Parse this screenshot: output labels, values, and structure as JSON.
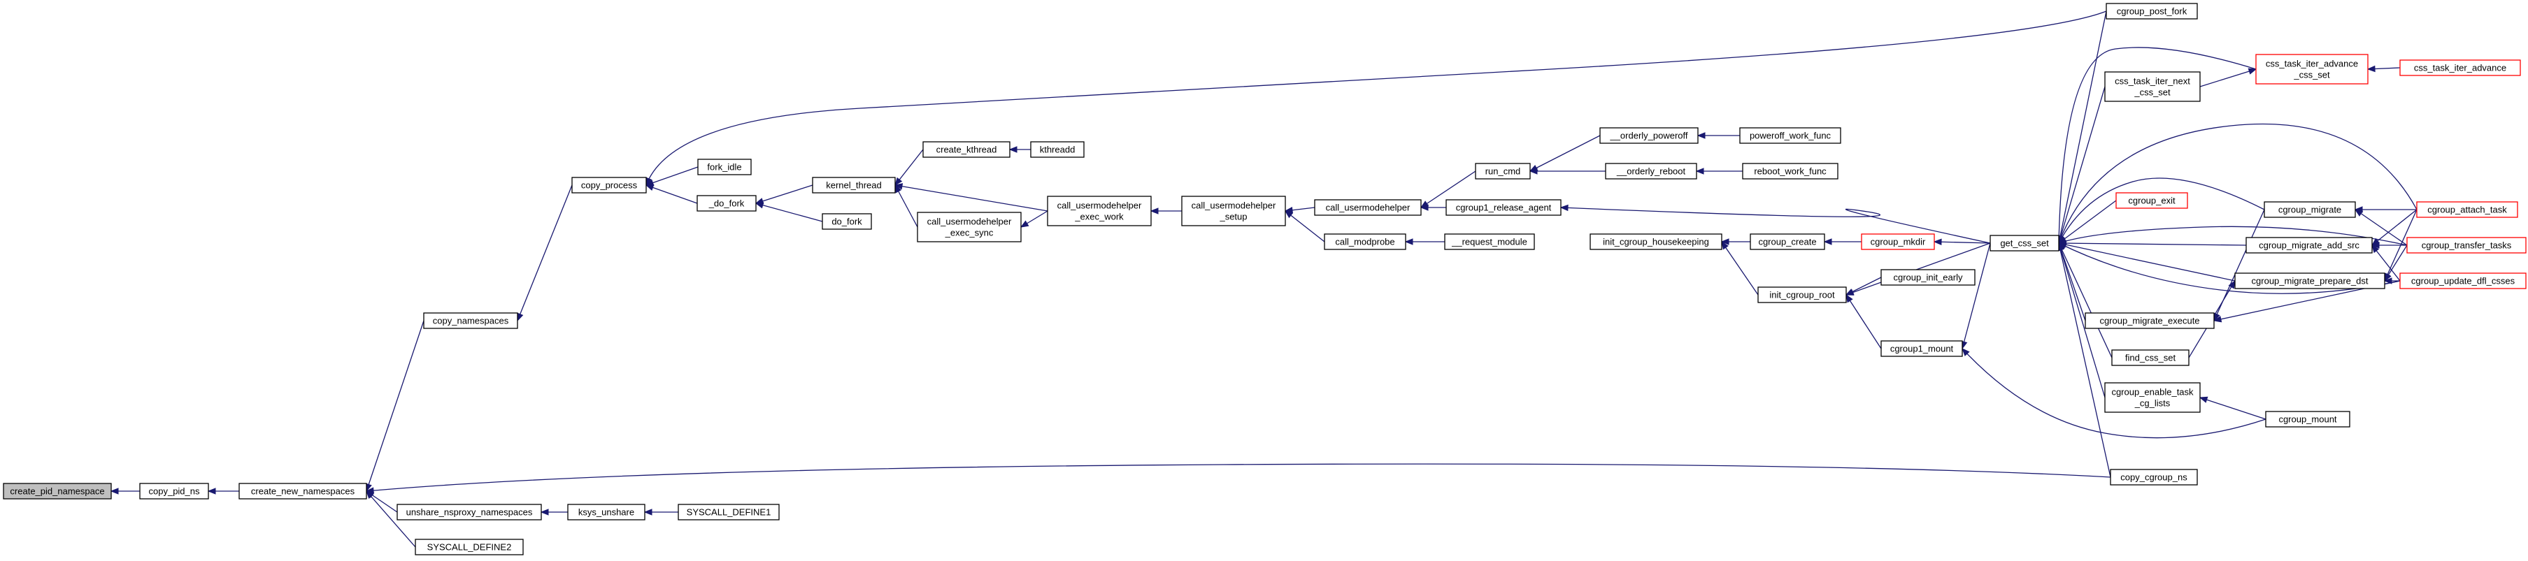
{
  "colors": {
    "edge": "#191970",
    "node_border": "#000000",
    "node_border_truncated": "#ff0000",
    "node_fill": "#ffffff",
    "root_fill": "#bfbfbf",
    "text": "#000000"
  },
  "nodes": {
    "create_pid_namespace": {
      "label": "create_pid_namespace",
      "root": true
    },
    "copy_pid_ns": {
      "label": "copy_pid_ns"
    },
    "create_new_namespaces": {
      "label": "create_new_namespaces"
    },
    "copy_namespaces": {
      "label": "copy_namespaces"
    },
    "copy_process": {
      "label": "copy_process"
    },
    "fork_idle": {
      "label": "fork_idle"
    },
    "_do_fork": {
      "label": "_do_fork"
    },
    "do_fork": {
      "label": "do_fork"
    },
    "kernel_thread": {
      "label": "kernel_thread"
    },
    "create_kthread": {
      "label": "create_kthread"
    },
    "kthreadd": {
      "label": "kthreadd"
    },
    "call_usermodehelper_exec_sync": {
      "label": "call_usermodehelper\n_exec_sync"
    },
    "call_usermodehelper_exec_work": {
      "label": "call_usermodehelper\n_exec_work"
    },
    "call_usermodehelper_setup": {
      "label": "call_usermodehelper\n_setup"
    },
    "call_usermodehelper": {
      "label": "call_usermodehelper"
    },
    "call_modprobe": {
      "label": "call_modprobe"
    },
    "__request_module": {
      "label": "__request_module"
    },
    "run_cmd": {
      "label": "run_cmd"
    },
    "__orderly_poweroff": {
      "label": "__orderly_poweroff"
    },
    "poweroff_work_func": {
      "label": "poweroff_work_func"
    },
    "__orderly_reboot": {
      "label": "__orderly_reboot"
    },
    "reboot_work_func": {
      "label": "reboot_work_func"
    },
    "cgroup1_release_agent": {
      "label": "cgroup1_release_agent"
    },
    "init_cgroup_housekeeping": {
      "label": "init_cgroup_housekeeping"
    },
    "cgroup_create": {
      "label": "cgroup_create"
    },
    "cgroup_mkdir": {
      "label": "cgroup_mkdir",
      "truncated": true
    },
    "init_cgroup_root": {
      "label": "init_cgroup_root"
    },
    "cgroup_init_early": {
      "label": "cgroup_init_early"
    },
    "cgroup1_mount": {
      "label": "cgroup1_mount"
    },
    "get_css_set": {
      "label": "get_css_set"
    },
    "cgroup_post_fork": {
      "label": "cgroup_post_fork"
    },
    "css_task_iter_next_css_set": {
      "label": "css_task_iter_next\n_css_set"
    },
    "css_task_iter_advance_css_set": {
      "label": "css_task_iter_advance\n_css_set",
      "truncated": true
    },
    "css_task_iter_advance": {
      "label": "css_task_iter_advance",
      "truncated": true
    },
    "cgroup_exit": {
      "label": "cgroup_exit",
      "truncated": true
    },
    "cgroup_migrate": {
      "label": "cgroup_migrate"
    },
    "cgroup_attach_task": {
      "label": "cgroup_attach_task",
      "truncated": true
    },
    "cgroup_migrate_add_src": {
      "label": "cgroup_migrate_add_src"
    },
    "cgroup_transfer_tasks": {
      "label": "cgroup_transfer_tasks",
      "truncated": true
    },
    "cgroup_migrate_prepare_dst": {
      "label": "cgroup_migrate_prepare_dst"
    },
    "cgroup_update_dfl_csses": {
      "label": "cgroup_update_dfl_csses",
      "truncated": true
    },
    "cgroup_migrate_execute": {
      "label": "cgroup_migrate_execute"
    },
    "find_css_set": {
      "label": "find_css_set"
    },
    "cgroup_enable_task_cg_lists": {
      "label": "cgroup_enable_task\n_cg_lists"
    },
    "cgroup_mount": {
      "label": "cgroup_mount"
    },
    "copy_cgroup_ns": {
      "label": "copy_cgroup_ns"
    },
    "unshare_nsproxy_namespaces": {
      "label": "unshare_nsproxy_namespaces"
    },
    "ksys_unshare": {
      "label": "ksys_unshare"
    },
    "SYSCALL_DEFINE1": {
      "label": "SYSCALL_DEFINE1"
    },
    "SYSCALL_DEFINE2": {
      "label": "SYSCALL_DEFINE2"
    }
  }
}
